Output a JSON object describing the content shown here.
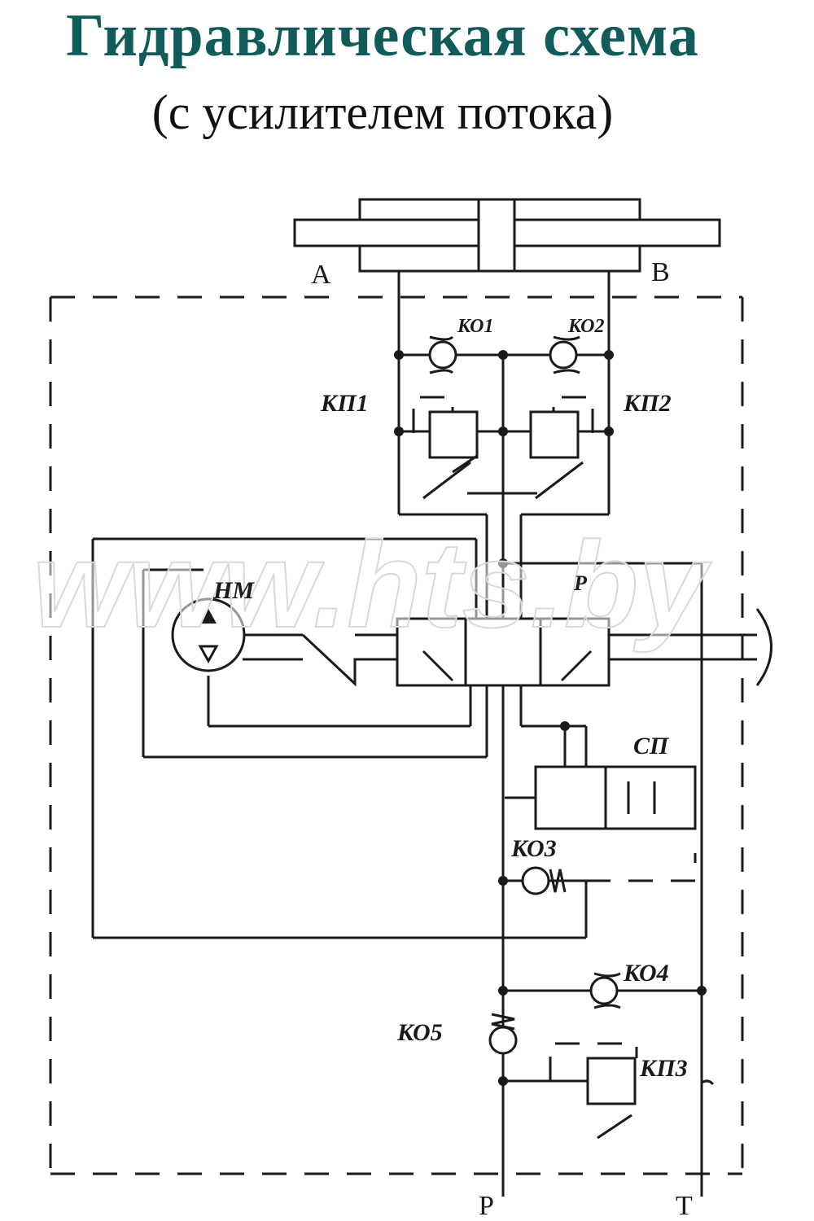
{
  "title": "Гидравлическая схема",
  "subtitle": "(с усилителем потока)",
  "watermark": "www.hts.by",
  "colors": {
    "title": "#0f5c5a",
    "lines": "#1a1a1a"
  },
  "labels": {
    "port_a": "A",
    "port_b": "B",
    "port_p_bottom": "P",
    "port_t_bottom": "T",
    "port_p_valve": "P",
    "ko1": "КО1",
    "ko2": "КО2",
    "kp1": "КП1",
    "kp2": "КП2",
    "nm": "НМ",
    "sp": "СП",
    "ko3": "КО3",
    "ko4": "КО4",
    "ko5": "КО5",
    "kp3": "КП3"
  }
}
